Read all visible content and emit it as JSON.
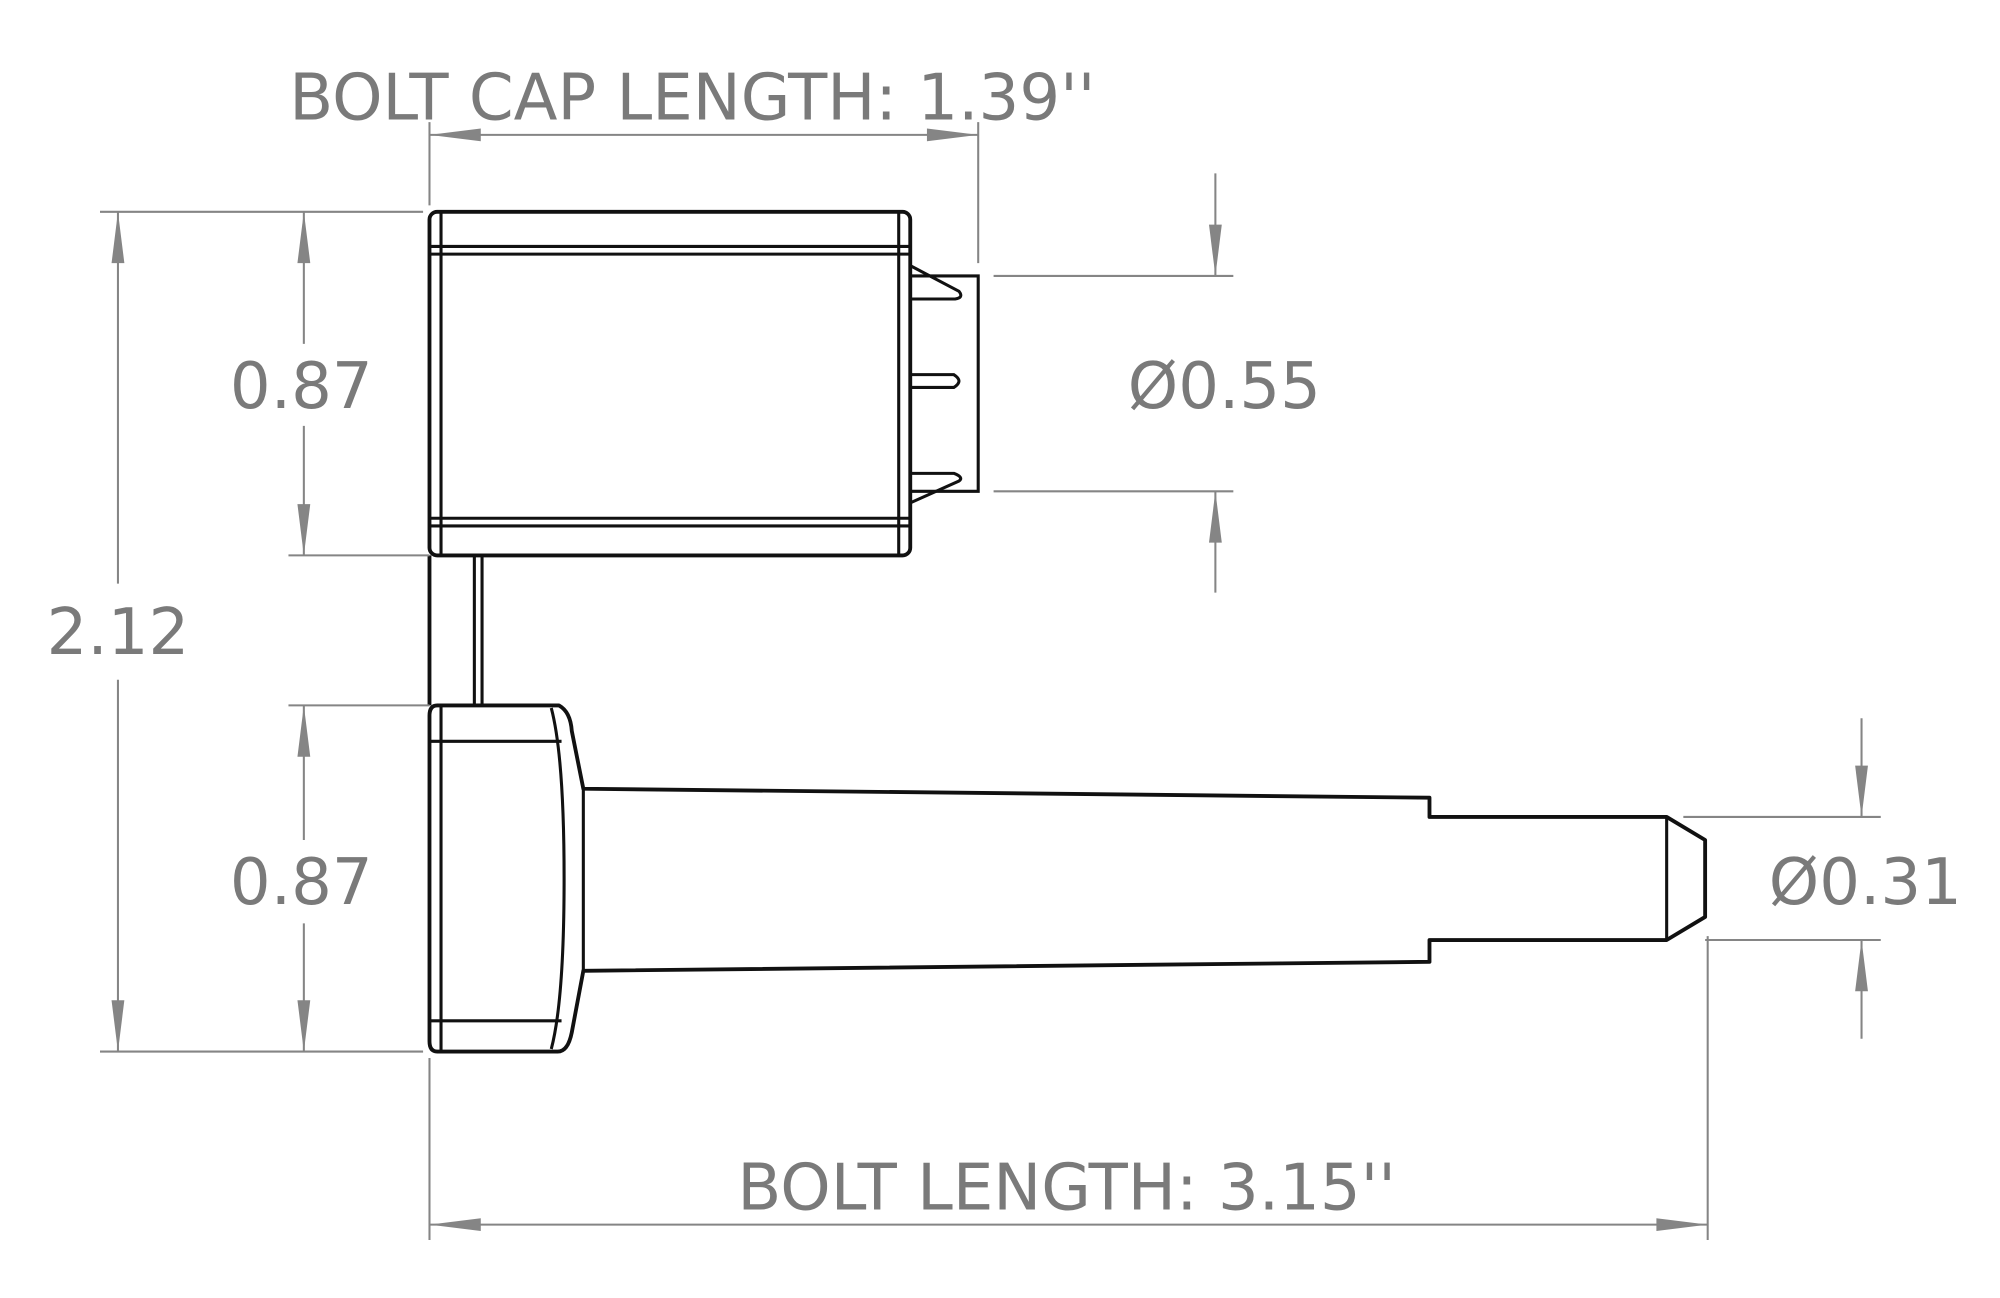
{
  "dimensions": {
    "bolt_cap_length": "BOLT CAP LENGTH: 1.39''",
    "bolt_length": "BOLT LENGTH: 3.15''",
    "overall_height": "2.12",
    "cap_height": "0.87",
    "bolt_head_height": "0.87",
    "cap_diameter": "Ø0.55",
    "pin_diameter": "Ø0.31"
  }
}
